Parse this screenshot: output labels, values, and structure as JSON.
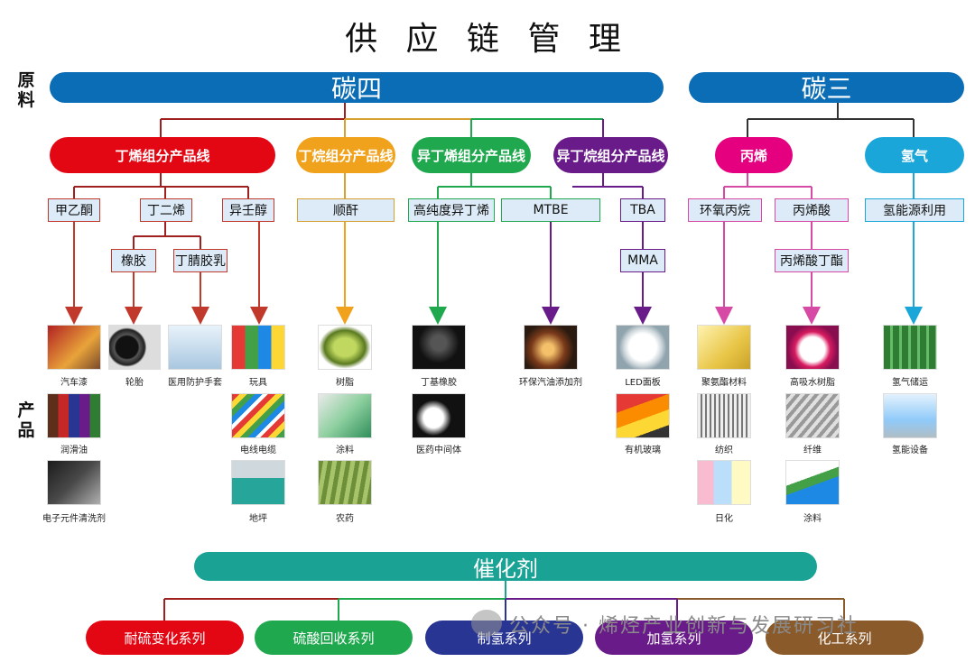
{
  "title": "供 应 链 管 理",
  "side_labels": {
    "raw": "原料",
    "product": "产品"
  },
  "top_bars": {
    "c4": "碳四",
    "c3": "碳三"
  },
  "product_lines": {
    "butene": "丁烯组分产品线",
    "butane": "丁烷组分产品线",
    "isobutene": "异丁烯组分产品线",
    "isobutane": "异丁烷组分产品线",
    "propylene": "丙烯",
    "hydrogen": "氢气"
  },
  "boxes": {
    "mek": "甲乙酮",
    "butadiene": "丁二烯",
    "isononanol": "异壬醇",
    "rubber": "橡胶",
    "nbr_latex": "丁腈胶乳",
    "maleic": "顺酐",
    "hp_isobutene": "高纯度异丁烯",
    "mtbe": "MTBE",
    "tba": "TBA",
    "mma": "MMA",
    "po": "环氧丙烷",
    "acrylic": "丙烯酸",
    "butyl_acrylate": "丙烯酸丁酯",
    "h2_energy": "氢能源利用"
  },
  "products": {
    "car_paint": "汽车漆",
    "tire": "轮胎",
    "medical_gloves": "医用防护手套",
    "toys": "玩具",
    "lubricant": "润滑油",
    "wire": "电线电缆",
    "electronics_clean": "电子元件清洗剂",
    "resin": "树脂",
    "coating1": "涂料",
    "pesticide": "农药",
    "floor": "地坪",
    "butyl_rubber": "丁基橡胶",
    "medicine": "医药中间体",
    "gasoline_additive": "环保汽油添加剂",
    "led": "LED面板",
    "acrylic_sheet": "有机玻璃",
    "pu": "聚氨酯材料",
    "sap": "高吸水树脂",
    "textile": "纺织",
    "fiber": "纤维",
    "daily": "日化",
    "coating2": "涂料",
    "h2_tank": "氢气储运",
    "h2_device": "氢能设备"
  },
  "catalyst": {
    "title": "催化剂",
    "series": [
      "耐硫变化系列",
      "硫酸回收系列",
      "制氢系列",
      "加氢系列",
      "化工系列"
    ]
  },
  "watermark": "公众号 · 烯烃产业创新与发展研习社",
  "colors": {
    "blue": "#0b6db6",
    "red": "#e30613",
    "orange": "#f0a21c",
    "green": "#1fa84e",
    "purple": "#6a1b8a",
    "magenta": "#e4007f",
    "cyan": "#1aa6d9",
    "teal": "#1aa395"
  }
}
